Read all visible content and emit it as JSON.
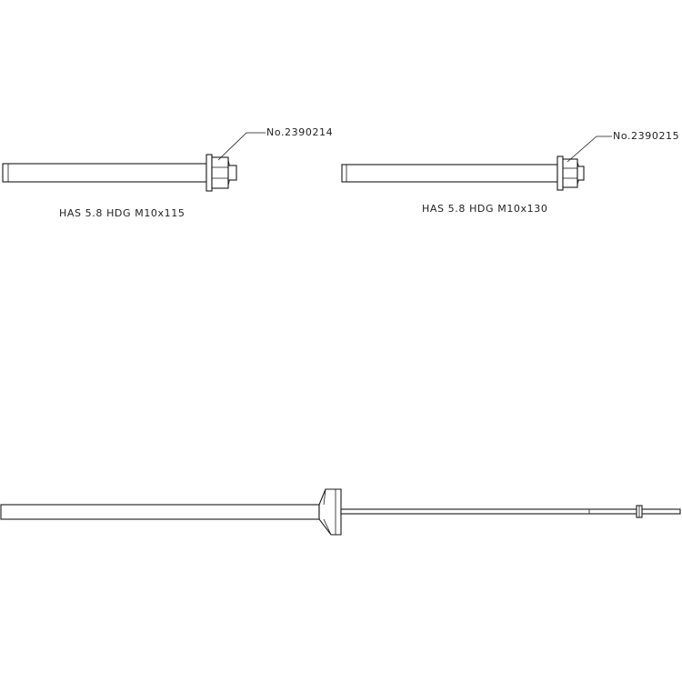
{
  "parts": [
    {
      "part_number": "No.2390214",
      "description": "HAS 5.8 HDG M10x115"
    },
    {
      "part_number": "No.2390215",
      "description": "HAS 5.8 HDG M10x130"
    }
  ],
  "colors": {
    "line": "#1a1a1a",
    "background": "#ffffff",
    "text": "#222222"
  }
}
